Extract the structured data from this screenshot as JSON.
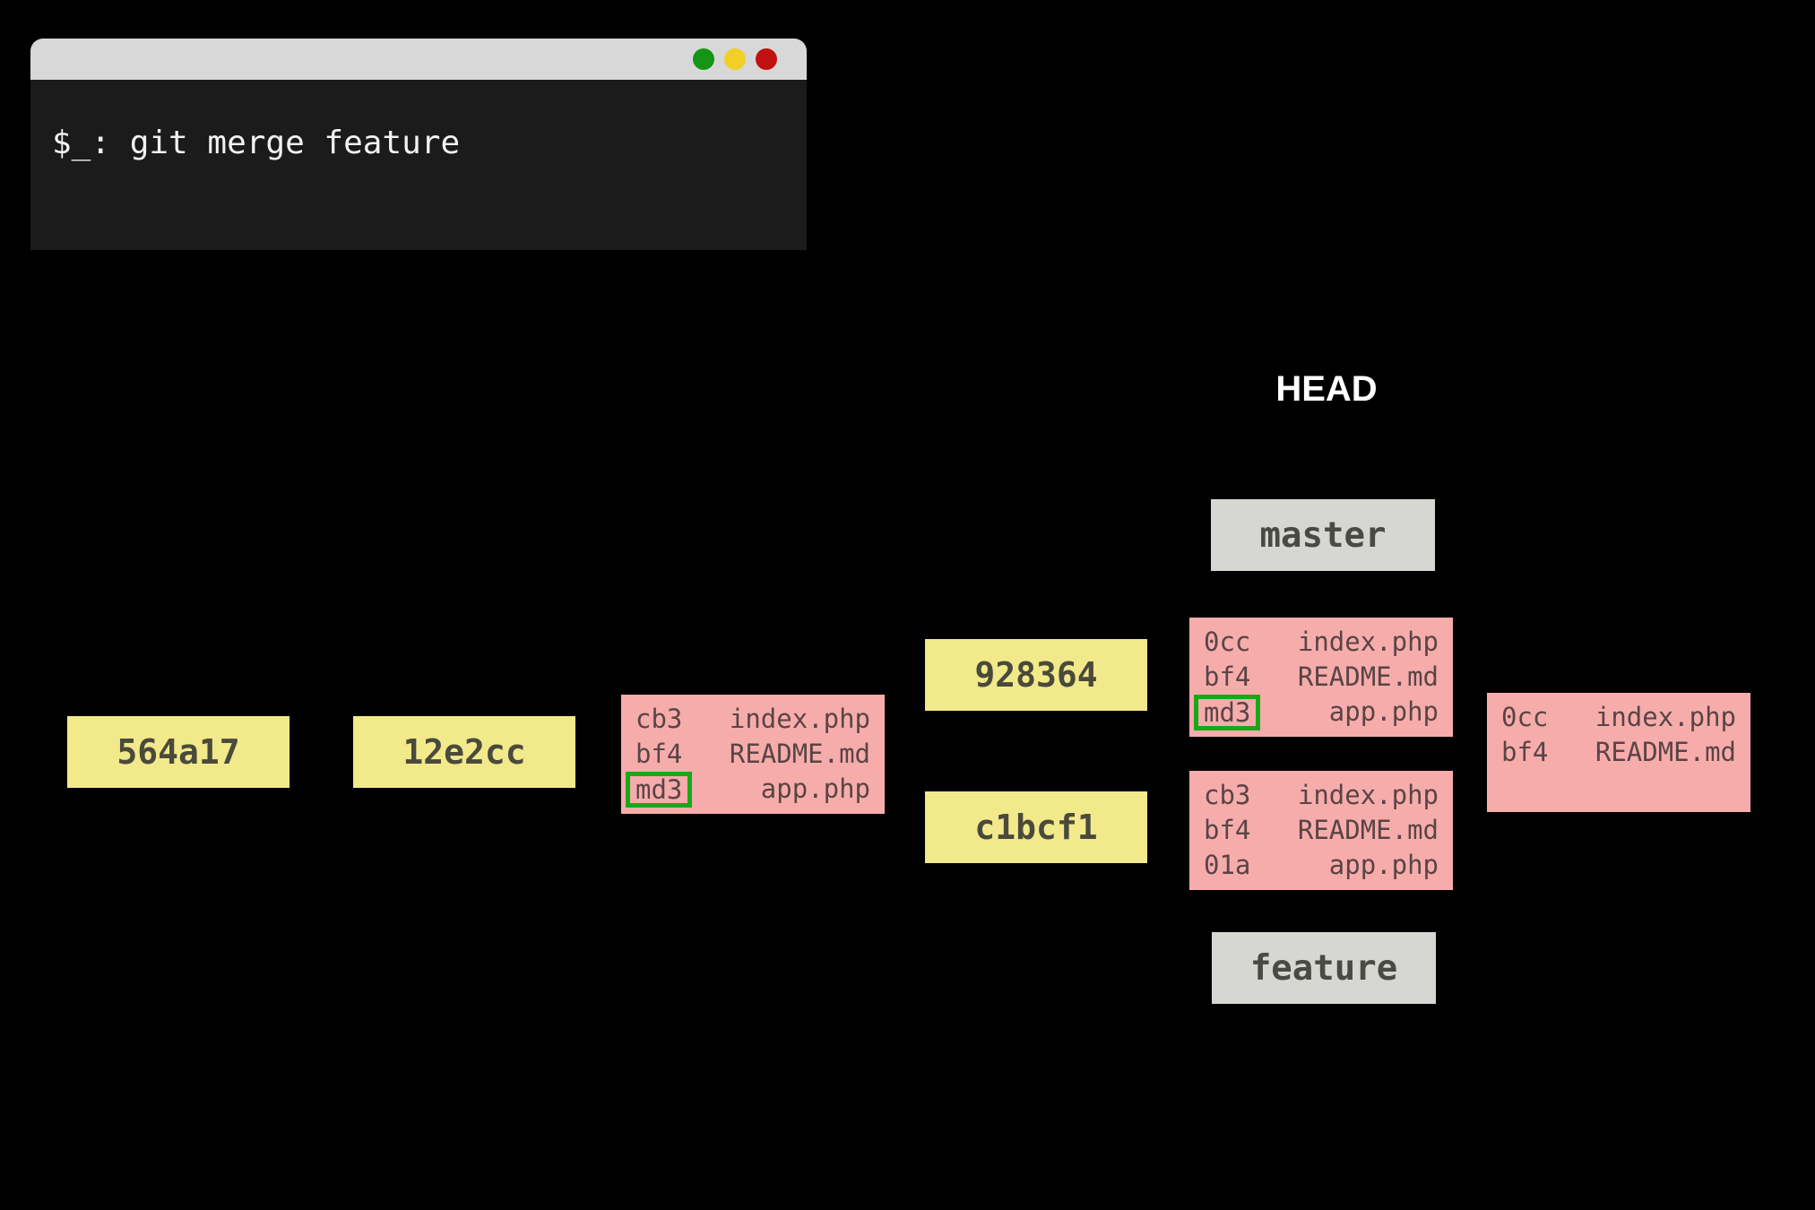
{
  "terminal": {
    "command": "$_: git merge feature",
    "controls": [
      {
        "name": "green",
        "color": "#159415"
      },
      {
        "name": "yellow",
        "color": "#f0d024"
      },
      {
        "name": "red",
        "color": "#c11111"
      }
    ]
  },
  "head": {
    "label": "HEAD"
  },
  "branches": {
    "master": {
      "label": "master"
    },
    "feature": {
      "label": "feature"
    }
  },
  "commits": [
    {
      "id": "564a17"
    },
    {
      "id": "12e2cc"
    },
    {
      "id": "928364"
    },
    {
      "id": "c1bcf1"
    }
  ],
  "trees": {
    "mid": {
      "rows": [
        {
          "hash": "cb3",
          "file": "index.php",
          "highlight": false
        },
        {
          "hash": "bf4",
          "file": "README.md",
          "highlight": false
        },
        {
          "hash": "md3",
          "file": "app.php",
          "highlight": true
        }
      ]
    },
    "master": {
      "rows": [
        {
          "hash": "0cc",
          "file": "index.php",
          "highlight": false
        },
        {
          "hash": "bf4",
          "file": "README.md",
          "highlight": false
        },
        {
          "hash": "md3",
          "file": "app.php",
          "highlight": true
        }
      ]
    },
    "feature": {
      "rows": [
        {
          "hash": "cb3",
          "file": "index.php",
          "highlight": false
        },
        {
          "hash": "bf4",
          "file": "README.md",
          "highlight": false
        },
        {
          "hash": "01a",
          "file": "app.php",
          "highlight": false
        }
      ]
    },
    "merged": {
      "rows": [
        {
          "hash": "0cc",
          "file": "index.php",
          "highlight": false
        },
        {
          "hash": "bf4",
          "file": "README.md",
          "highlight": false
        }
      ]
    }
  },
  "colors": {
    "background": "#000000",
    "terminal_body": "#1b1b1b",
    "terminal_titlebar": "#d8d8d8",
    "commit_box": "#f2e98b",
    "tree_box": "#f7acac",
    "branch_box": "#d6d6d2",
    "highlight_border": "#18a818",
    "head_text": "#ffffff"
  }
}
